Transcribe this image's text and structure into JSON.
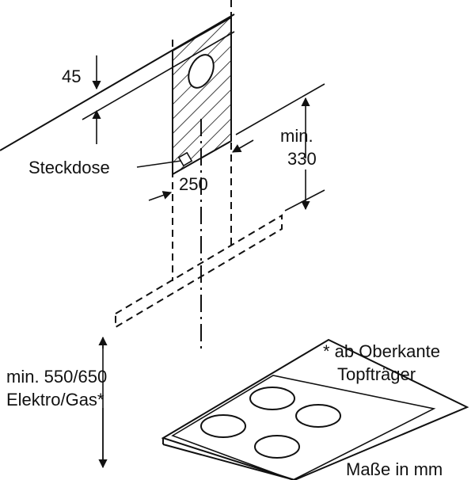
{
  "labels": {
    "dim_top": "45",
    "socket": "Steckdose",
    "width": "250",
    "min_height_line1": "min.",
    "min_height_line2": "330",
    "cooktop_line1": "min. 550/650",
    "cooktop_line2": "Elektro/Gas*",
    "footnote_line1": "* ab Oberkante",
    "footnote_line2": "Topfträger",
    "units": "Maße in mm"
  }
}
